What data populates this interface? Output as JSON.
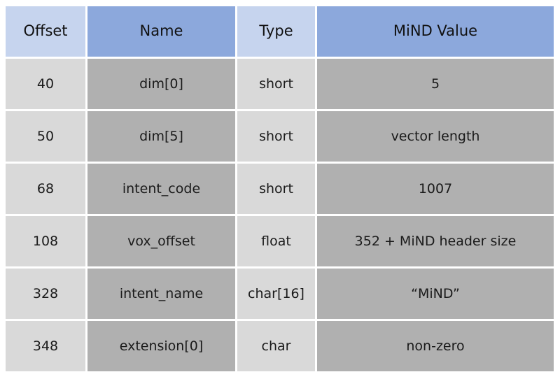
{
  "table": {
    "columns": [
      {
        "label": "Offset",
        "shade": "light"
      },
      {
        "label": "Name",
        "shade": "dark"
      },
      {
        "label": "Type",
        "shade": "light"
      },
      {
        "label": "MiND Value",
        "shade": "dark"
      }
    ],
    "rows": [
      {
        "offset": "40",
        "name": "dim[0]",
        "type": "short",
        "value": "5"
      },
      {
        "offset": "50",
        "name": "dim[5]",
        "type": "short",
        "value": "vector length"
      },
      {
        "offset": "68",
        "name": "intent_code",
        "type": "short",
        "value": "1007"
      },
      {
        "offset": "108",
        "name": "vox_offset",
        "type": "float",
        "value": "352 + MiND header size"
      },
      {
        "offset": "328",
        "name": "intent_name",
        "type": "char[16]",
        "value": "“MiND”"
      },
      {
        "offset": "348",
        "name": "extension[0]",
        "type": "char",
        "value": "non-zero"
      }
    ]
  },
  "colors": {
    "header_light": "#c6d4ee",
    "header_dark": "#8ca8dc",
    "cell_light": "#d9d9d9",
    "cell_dark": "#b0b0b0",
    "page_background": "#ffffff",
    "text": "#1a1a1a"
  }
}
